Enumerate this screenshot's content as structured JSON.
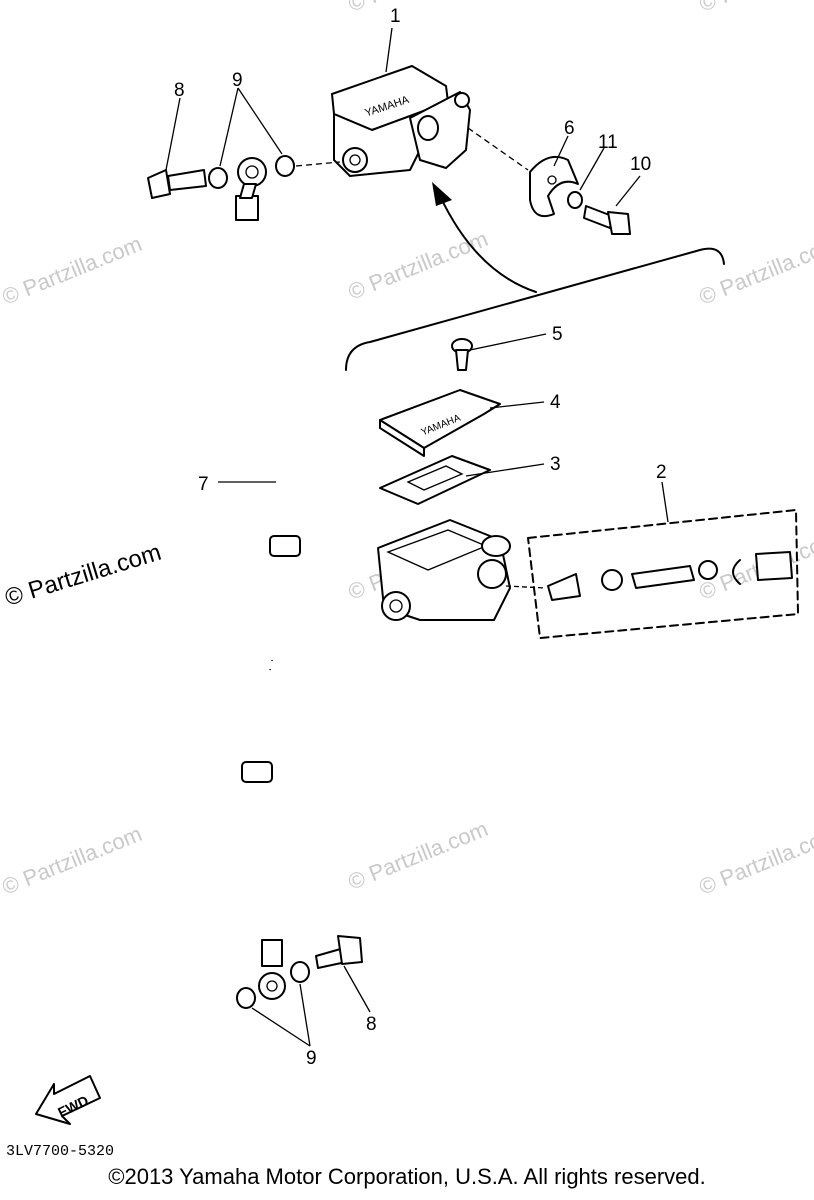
{
  "watermarks": [
    "© Partzilla.com",
    "© Partzilla.com",
    "© Partzilla.com",
    "© Partzilla.com",
    "© Partzilla.com",
    "© Partzilla.com",
    "© Partzilla.com",
    "© Partzilla.com",
    "© Partzilla.com",
    "© Partzilla.com"
  ],
  "callouts": [
    "1",
    "2",
    "3",
    "4",
    "5",
    "6",
    "7",
    "8",
    "8",
    "9",
    "9",
    "10",
    "11"
  ],
  "part_embossing": [
    "YAMAHA",
    "YAMAHA"
  ],
  "fwd_label": "FWD",
  "diagram_code": "3LV7700-5320",
  "copyright": "©2013 Yamaha Motor Corporation, U.S.A. All rights reserved."
}
